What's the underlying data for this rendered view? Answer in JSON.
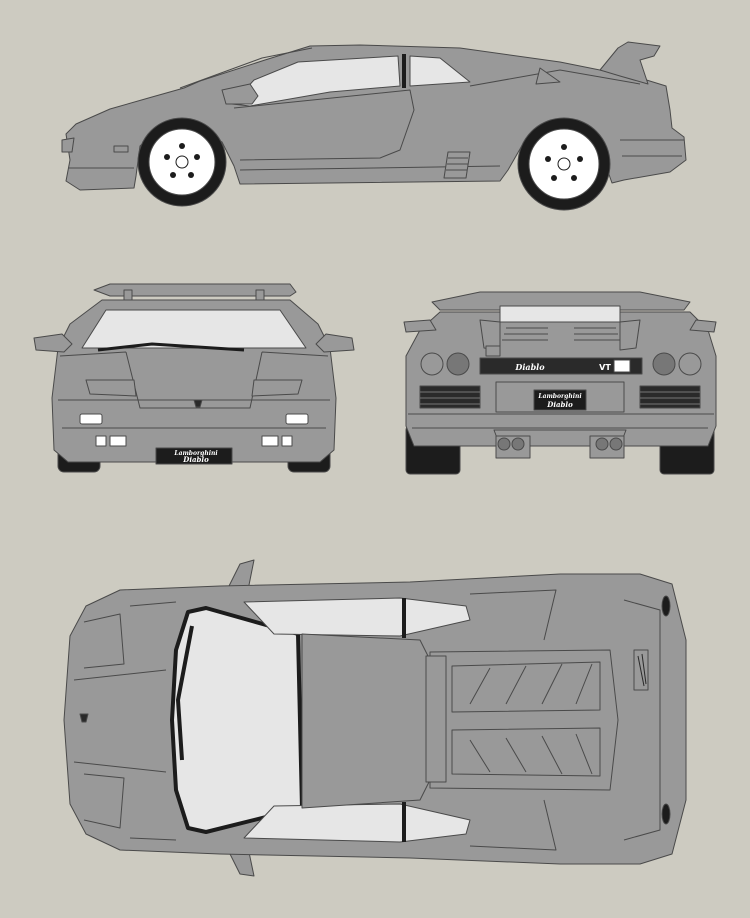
{
  "colors": {
    "background": "#cdcbc1",
    "body": "#999999",
    "outline": "#4a4a4a",
    "glass": "#e6e6e6",
    "tire": "#1c1c1c",
    "rim": "#ffffff",
    "dark_trim": "#2a2a2a",
    "light": "#ffffff"
  },
  "views": {
    "side": {
      "name": "side-view"
    },
    "front": {
      "name": "front-view",
      "plate_line1": "Lamborghini",
      "plate_line2": "Diablo"
    },
    "rear": {
      "name": "rear-view",
      "badge_diablo": "Diablo",
      "badge_vt": "VT",
      "plate_line1": "Lamborghini",
      "plate_line2": "Diablo"
    },
    "top": {
      "name": "top-view"
    }
  }
}
